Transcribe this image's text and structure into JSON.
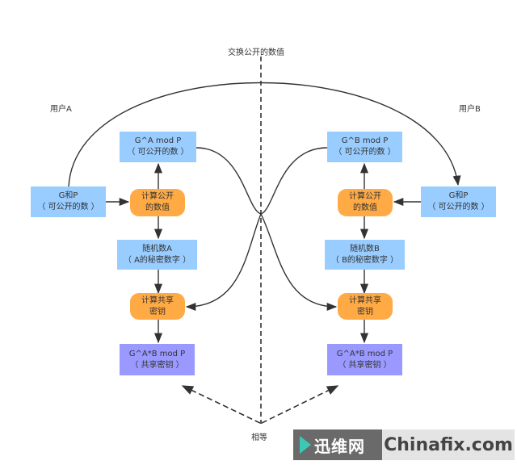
{
  "title": "交换公开的数值",
  "users": {
    "a": "用户A",
    "b": "用户B"
  },
  "equal_label": "相等",
  "left": {
    "gp": {
      "line1": "G和P",
      "line2": "（ 可公开的数 ）"
    },
    "public": {
      "line1": "G^A mod P",
      "line2": "（ 可公开的数 ）"
    },
    "calc_public": {
      "line1": "计算公开",
      "line2": "的数值"
    },
    "random": {
      "line1": "随机数A",
      "line2": "（ A的秘密数字 ）"
    },
    "calc_shared": {
      "line1": "计算共享",
      "line2": "密钥"
    },
    "shared": {
      "line1": "G^A*B mod P",
      "line2": "（ 共享密钥 ）"
    }
  },
  "right": {
    "gp": {
      "line1": "G和P",
      "line2": "（ 可公开的数 ）"
    },
    "public": {
      "line1": "G^B mod P",
      "line2": "（ 可公开的数 ）"
    },
    "calc_public": {
      "line1": "计算公开",
      "line2": "的数值"
    },
    "random": {
      "line1": "随机数B",
      "line2": "（ B的秘密数字 ）"
    },
    "calc_shared": {
      "line1": "计算共享",
      "line2": "密钥"
    },
    "shared": {
      "line1": "G^A*B mod P",
      "line2": "（ 共享密钥 ）"
    }
  },
  "colors": {
    "public_box": "#99ccff",
    "process_pill": "#ffaa44",
    "shared_box": "#9999ff"
  },
  "watermark": {
    "cn": "迅维网",
    "en": "Chinafix.com"
  }
}
